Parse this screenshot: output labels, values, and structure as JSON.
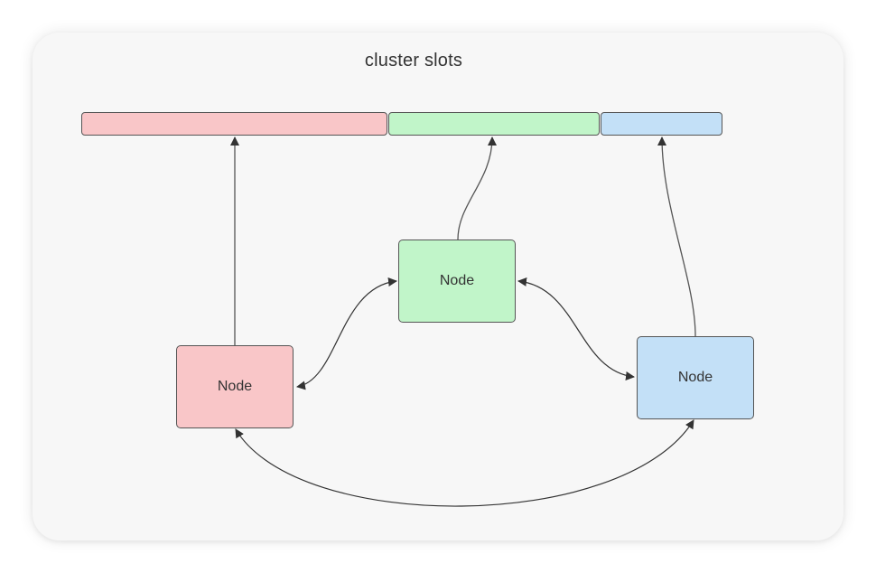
{
  "diagram": {
    "title": "cluster slots",
    "slots": [
      {
        "id": "slot-red",
        "color": "#f9c6c8"
      },
      {
        "id": "slot-green",
        "color": "#c1f5c9"
      },
      {
        "id": "slot-blue",
        "color": "#c3e0f7"
      }
    ],
    "nodes": [
      {
        "id": "node-red",
        "label": "Node",
        "color": "#f9c6c8"
      },
      {
        "id": "node-green",
        "label": "Node",
        "color": "#c1f5c9"
      },
      {
        "id": "node-blue",
        "label": "Node",
        "color": "#c3e0f7"
      }
    ],
    "edges": [
      {
        "from": "node-red",
        "to": "slot-red",
        "kind": "single-arrow"
      },
      {
        "from": "node-green",
        "to": "slot-green",
        "kind": "single-arrow"
      },
      {
        "from": "node-blue",
        "to": "slot-blue",
        "kind": "single-arrow"
      },
      {
        "from": "node-red",
        "to": "node-green",
        "kind": "double-arrow"
      },
      {
        "from": "node-green",
        "to": "node-blue",
        "kind": "double-arrow"
      },
      {
        "from": "node-red",
        "to": "node-blue",
        "kind": "double-arrow"
      }
    ],
    "line_color": "#333333"
  }
}
